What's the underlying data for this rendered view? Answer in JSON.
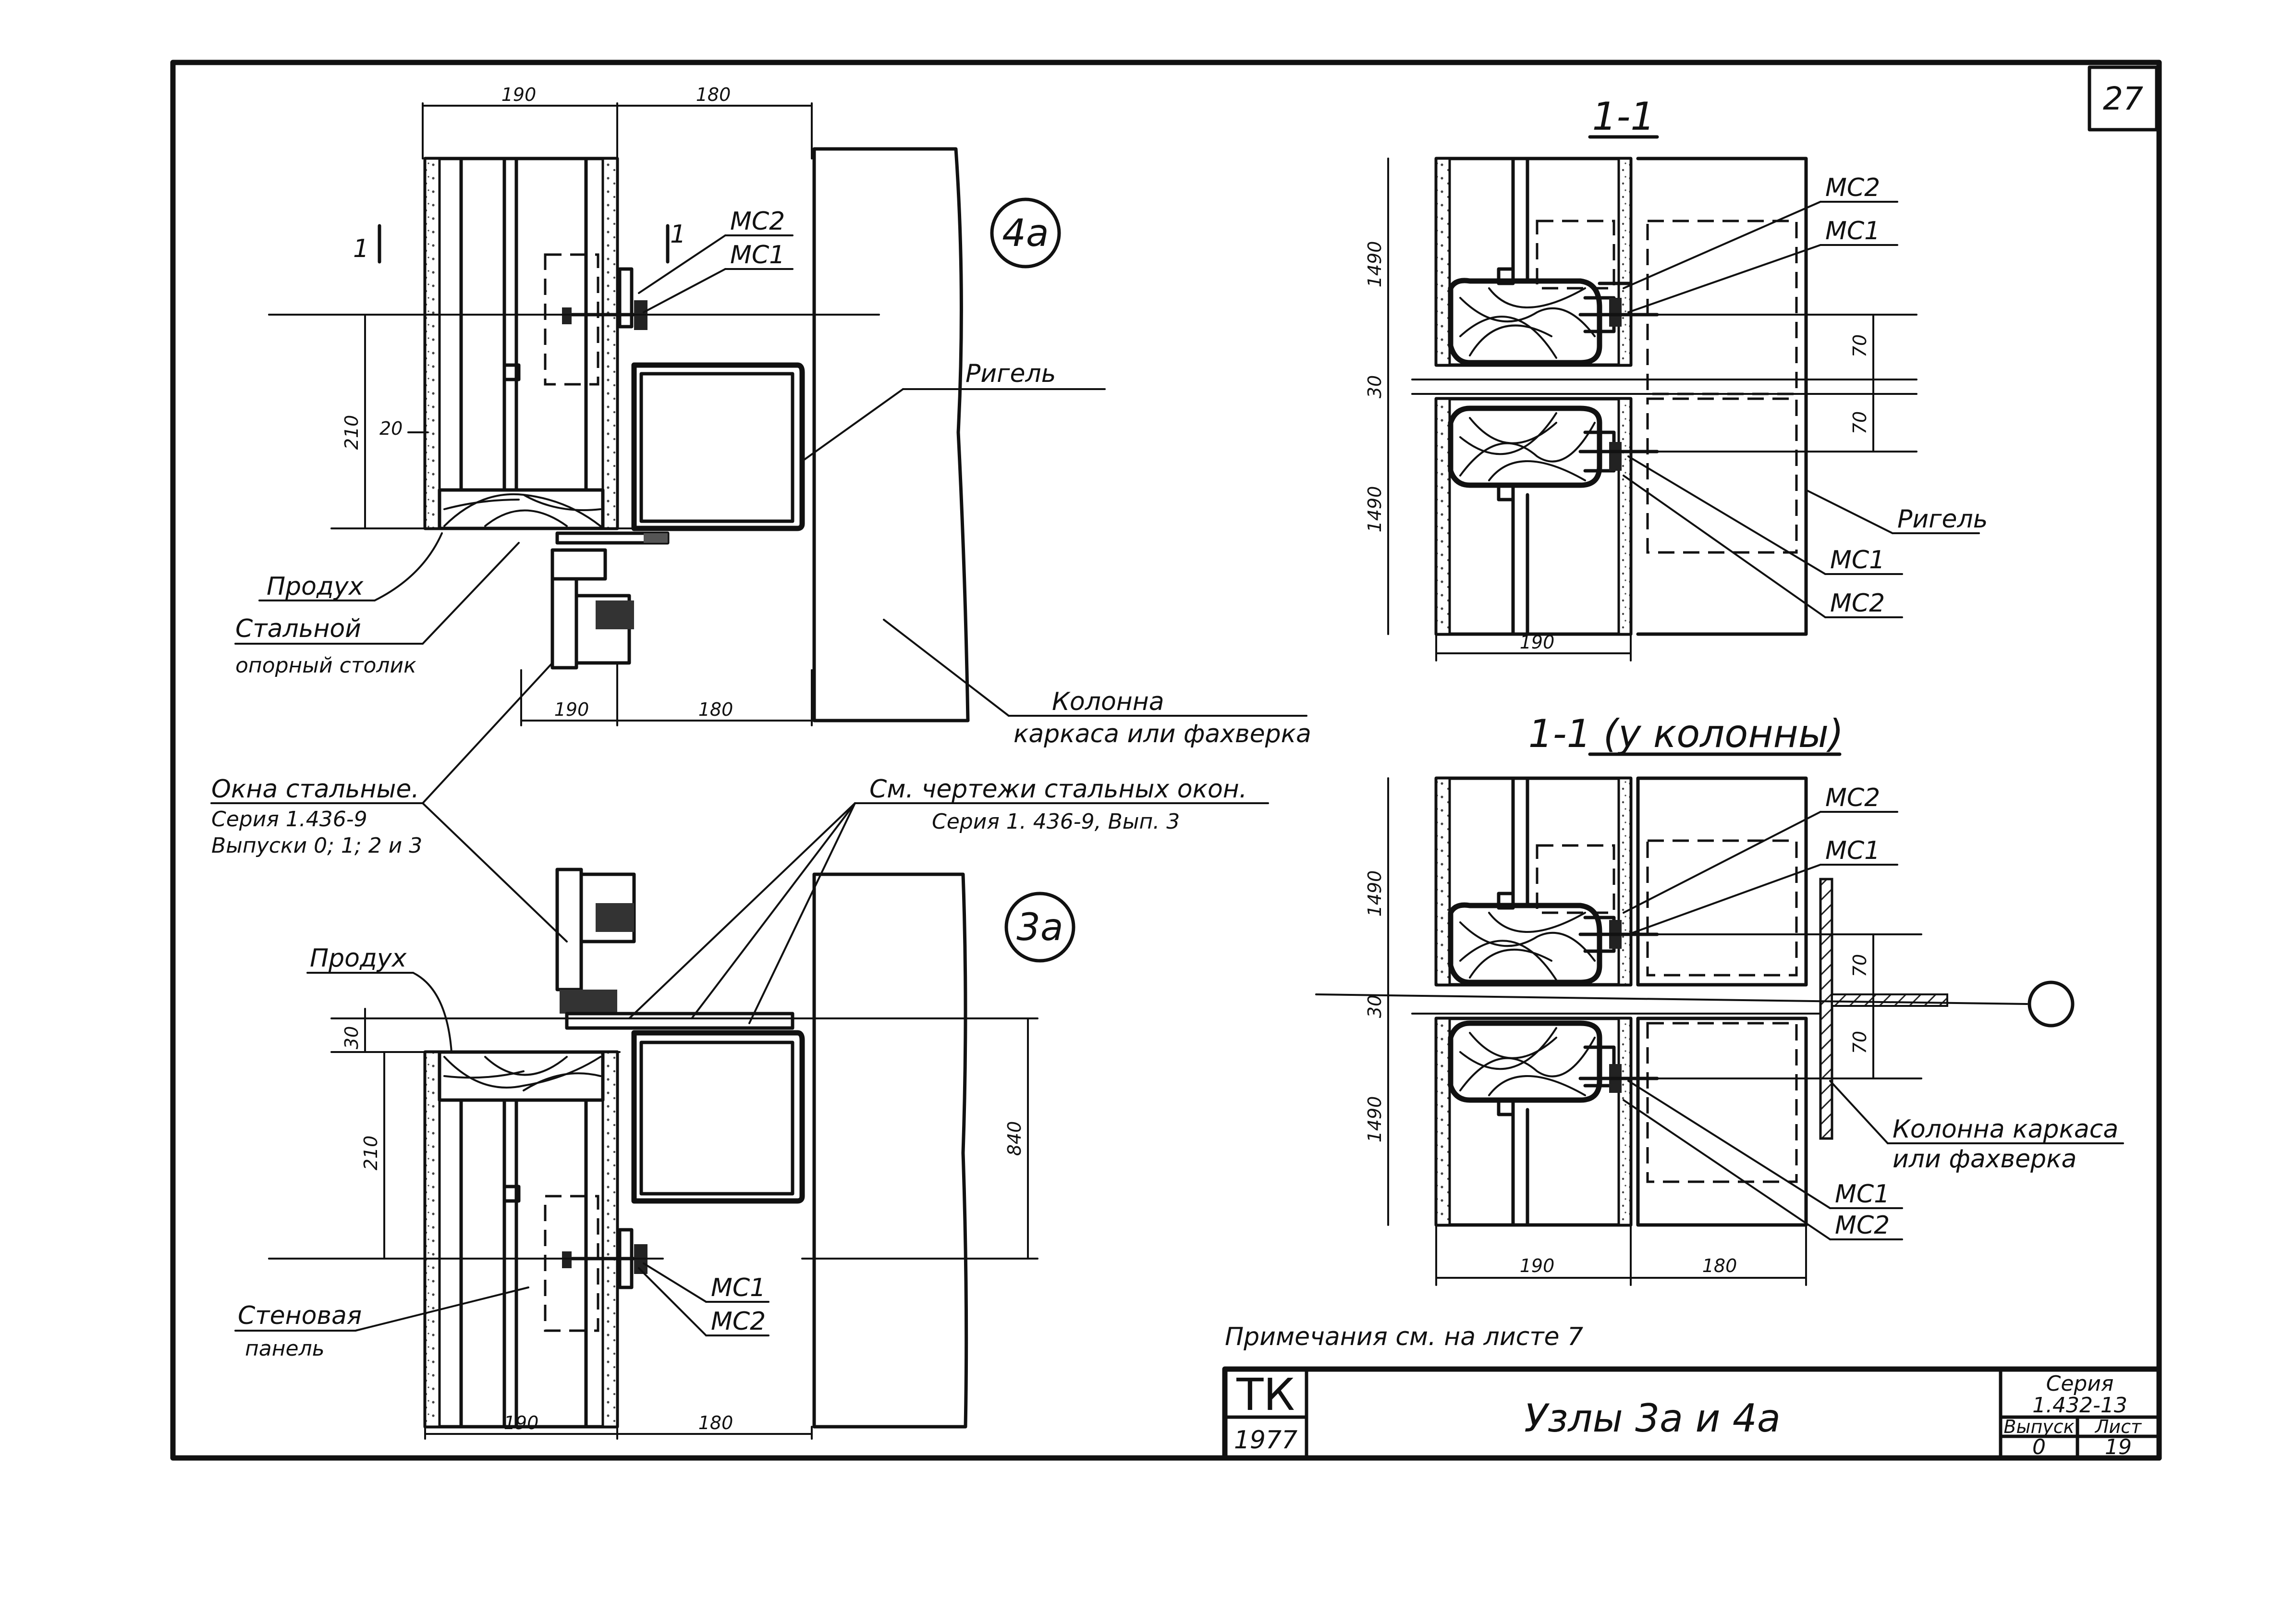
{
  "sheet": {
    "sheet_number": "27",
    "note": "Примечания   см. на листе 7"
  },
  "title_block": {
    "org": "ТК",
    "year": "1977",
    "title": "Узлы 3а и 4а",
    "series_label": "Серия",
    "series_value": "1.432-13",
    "issue_label": "Выпуск",
    "issue_value": "0",
    "page_label": "Лист",
    "page_value": "19"
  },
  "node_4a": {
    "badge": "4а",
    "dims": {
      "top_left": "190",
      "top_right": "180",
      "bottom_left": "190",
      "bottom_right": "180",
      "vertical": "210",
      "gap": "20"
    },
    "section_marks": [
      "1",
      "1"
    ],
    "labels": {
      "mc2": "МС2",
      "mc1": "МС1",
      "rigel": "Ригель",
      "produkh": "Продух",
      "stalnoy": "Стальной",
      "opornyy": "опорный  столик",
      "kolonna": "Колонна",
      "karkasa": "каркаса  или  фахверка"
    }
  },
  "windows_note": {
    "line1": "Окна  стальные.",
    "line2": "Серия  1.436-9",
    "line3": "Выпуски  0; 1; 2 и 3"
  },
  "see_drawings": {
    "line1": "См.  чертежи  стальных  окон.",
    "line2": "Серия  1. 436-9,  Вып. 3"
  },
  "node_3a": {
    "badge": "3а",
    "dims": {
      "gap": "30",
      "vertical": "210",
      "right_vertical": "840",
      "bottom_left": "190",
      "bottom_right": "180"
    },
    "labels": {
      "produkh": "Продух",
      "mc1": "МС1",
      "mc2": "МС2",
      "stenovaya": "Стеновая",
      "panel": "панель"
    }
  },
  "section_1_1": {
    "title": "1-1",
    "dims": {
      "upper": "1490",
      "gap": "30",
      "lower": "1490",
      "r1": "70",
      "r2": "70",
      "bottom": "190"
    },
    "labels": {
      "mc2_top": "МС2",
      "mc1_top": "МС1",
      "rigel": "Ригель",
      "mc1_bot": "МС1",
      "mc2_bot": "МС2"
    }
  },
  "section_1_1_col": {
    "title": "1-1 (у колонны)",
    "dims": {
      "upper": "1490",
      "gap": "30",
      "lower": "1490",
      "r1": "70",
      "r2": "70",
      "bottom_left": "190",
      "bottom_right": "180"
    },
    "labels": {
      "mc2_top": "МС2",
      "mc1_top": "МС1",
      "kolonna": "Колонна  каркаса",
      "fakh": "или  фахверка",
      "mc1_bot": "МС1",
      "mc2_bot": "МС2"
    }
  }
}
